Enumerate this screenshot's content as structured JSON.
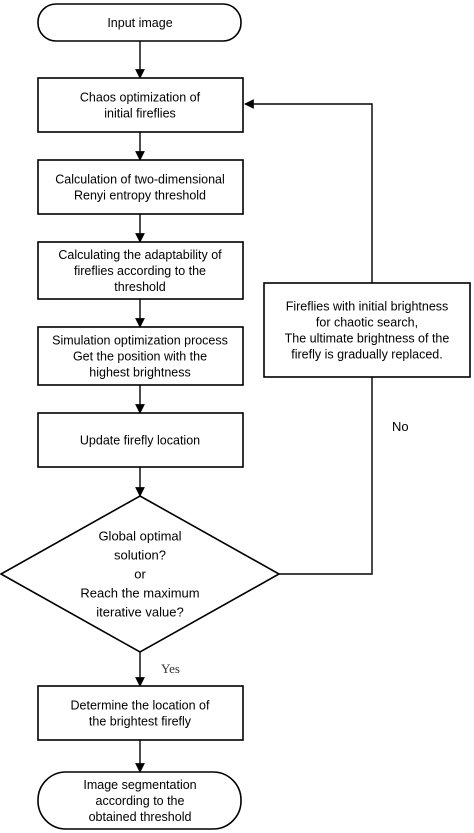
{
  "nodes": {
    "start": [
      "Input image"
    ],
    "chaos": [
      "Chaos optimization of",
      "initial fireflies"
    ],
    "renyi": [
      "Calculation of two-dimensional",
      "Renyi entropy threshold"
    ],
    "adapt": [
      "Calculating the adaptability of",
      "fireflies according to the",
      "threshold"
    ],
    "sim": [
      "Simulation optimization process",
      "Get the position with the",
      "highest brightness"
    ],
    "update": [
      "Update firefly location"
    ],
    "decision": [
      "Global optimal",
      "solution?",
      "or",
      "Reach the maximum",
      "iterative value?"
    ],
    "feedback": [
      "Fireflies with initial brightness",
      "for chaotic search,",
      "The ultimate brightness of the",
      "firefly is gradually replaced."
    ],
    "determine": [
      "Determine the location of",
      "the brightest firefly"
    ],
    "end": [
      "Image segmentation",
      "according to the",
      "obtained threshold"
    ]
  },
  "edges": {
    "yes_label": "Yes",
    "no_label": "No"
  }
}
